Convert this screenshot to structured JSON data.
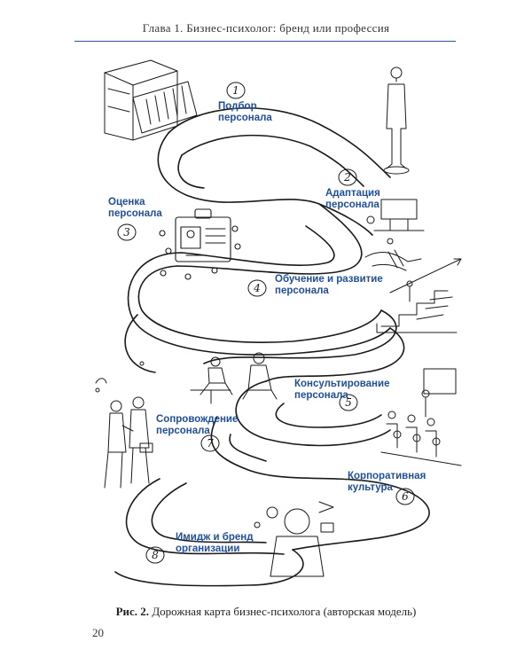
{
  "header": {
    "title": "Глава 1. Бизнес-психолог: бренд или профессия"
  },
  "steps": [
    {
      "num": "1",
      "label_1": "Подбор",
      "label_2": "персонала"
    },
    {
      "num": "2",
      "label_1": "Адаптация",
      "label_2": "персонала"
    },
    {
      "num": "3",
      "label_1": "Оценка",
      "label_2": "персонала"
    },
    {
      "num": "4",
      "label_1": "Обучение и развитие",
      "label_2": "персонала"
    },
    {
      "num": "5",
      "label_1": "Консультирование",
      "label_2": "персонала"
    },
    {
      "num": "6",
      "label_1": "Корпоративная",
      "label_2": "культура"
    },
    {
      "num": "7",
      "label_1": "Сопровождение",
      "label_2": "персонала"
    },
    {
      "num": "8",
      "label_1": "Имидж и бренд",
      "label_2": "организации"
    }
  ],
  "caption": {
    "label": "Рис. 2.",
    "text": "Дорожная карта бизнес-психолога (авторская модель)"
  },
  "page_number": "20",
  "colors": {
    "label_blue": "#1f4e9a",
    "header_rule": "#2f55a4",
    "ink": "#1a1a1a"
  }
}
